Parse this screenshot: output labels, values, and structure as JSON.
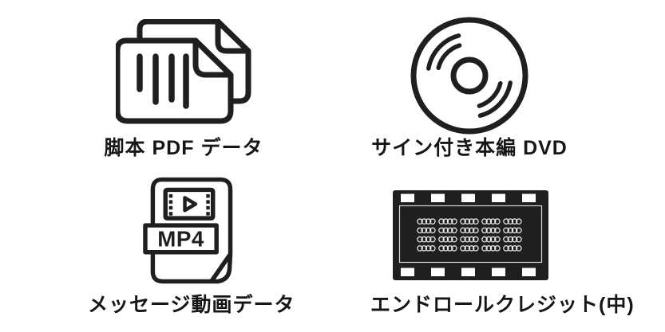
{
  "page": {
    "background": "#ffffff",
    "ink_color": "#1f1f1f",
    "label_color": "#161616"
  },
  "items": [
    {
      "id": "script-pdf",
      "icon": "documents-icon",
      "label": "脚本 PDF データ"
    },
    {
      "id": "signed-dvd",
      "icon": "dvd-disc-icon",
      "label": "サイン付き本編 DVD"
    },
    {
      "id": "message-video",
      "icon": "mp4-file-icon",
      "badge": "MP4",
      "label": "メッセージ動画データ"
    },
    {
      "id": "endroll-credit",
      "icon": "film-strip-icon",
      "label": "エンドロールクレジット(中)"
    }
  ]
}
